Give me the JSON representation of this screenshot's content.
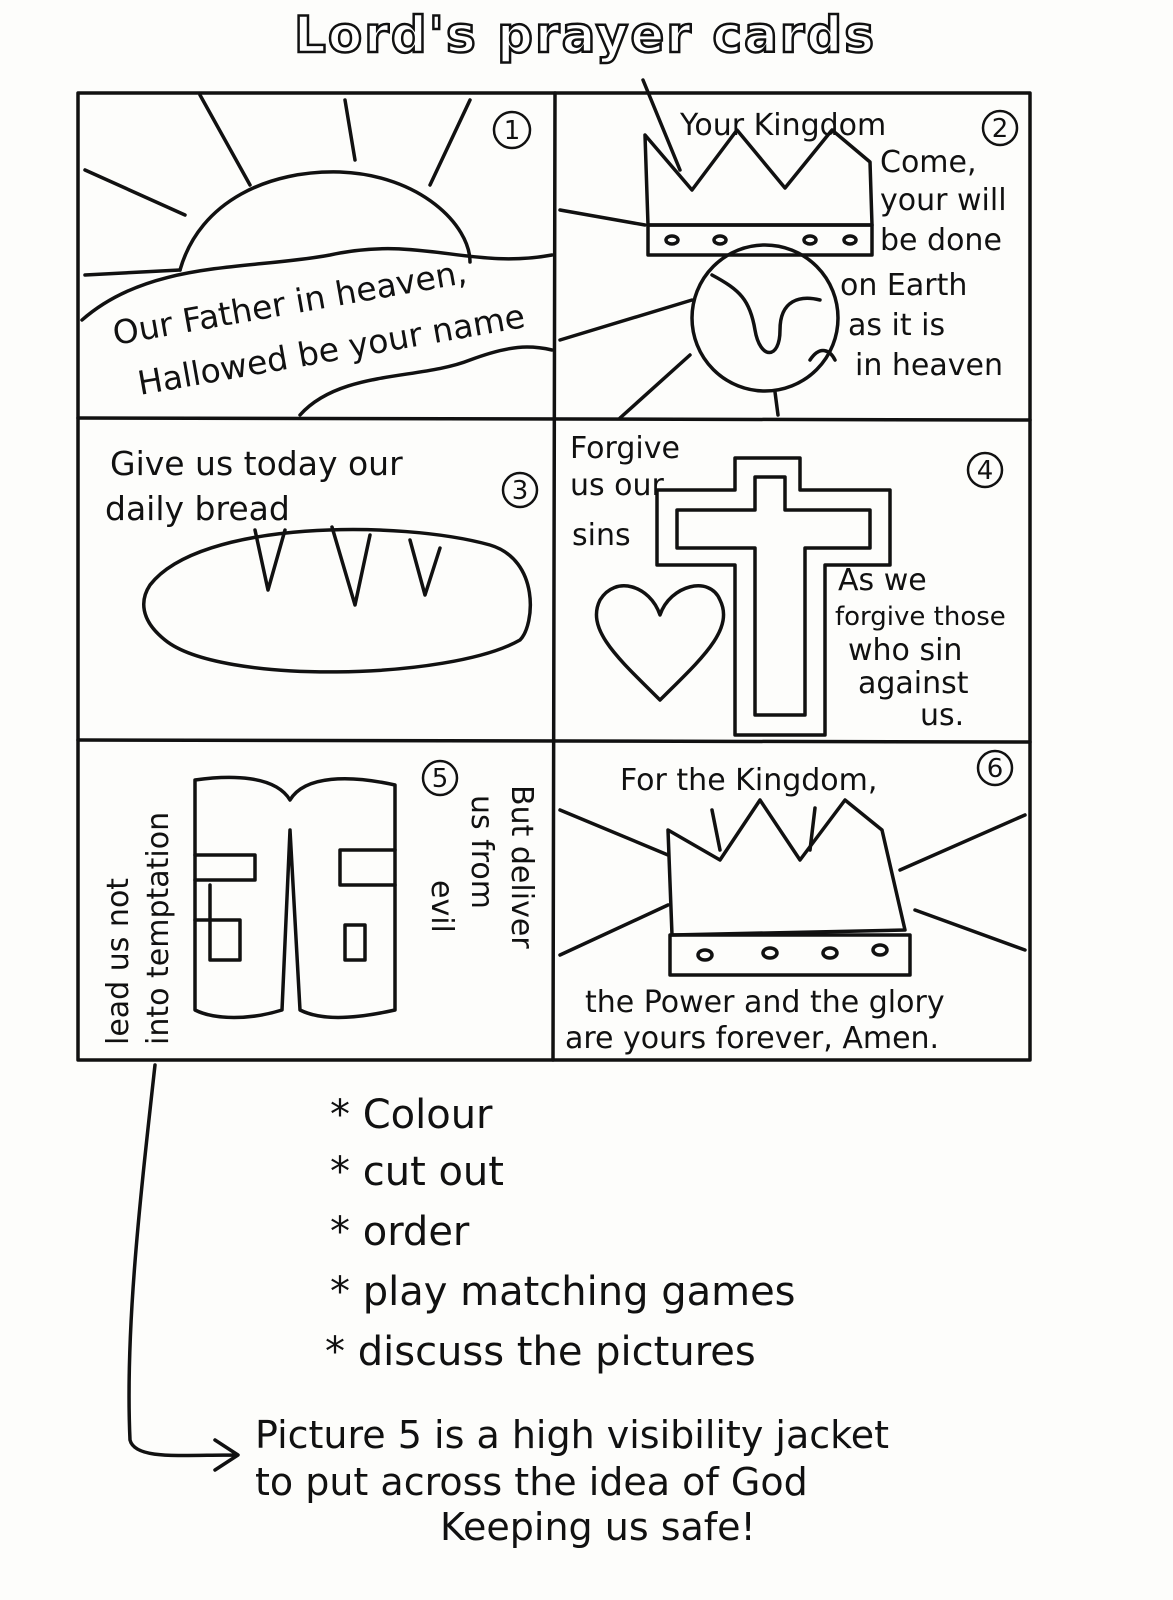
{
  "title": "Lord's prayer cards",
  "cards": [
    {
      "number": "1",
      "lines": [
        "Our Father in heaven,",
        "Hallowed be your name"
      ]
    },
    {
      "number": "2",
      "lines": [
        "Your Kingdom",
        "Come,",
        "your will",
        "be done",
        "on Earth",
        "as it is",
        "in heaven"
      ]
    },
    {
      "number": "3",
      "lines": [
        "Give us today our",
        "daily bread"
      ]
    },
    {
      "number": "4",
      "lines": [
        "Forgive",
        "us our",
        "sins",
        "As we",
        "forgive those",
        "who sin",
        "against",
        "us."
      ]
    },
    {
      "number": "5",
      "lines": [
        "lead us not",
        "into temptation",
        "But deliver",
        "us from",
        "evil"
      ]
    },
    {
      "number": "6",
      "lines": [
        "For the Kingdom,",
        "the Power and the glory",
        "are yours forever, Amen."
      ]
    }
  ],
  "instructions": [
    "Colour",
    "cut out",
    "order",
    "play matching games",
    "discuss the pictures"
  ],
  "bullet": "*",
  "note": [
    "Picture 5 is a high visibility jacket",
    "to put across the idea of God",
    "Keeping us safe!"
  ]
}
